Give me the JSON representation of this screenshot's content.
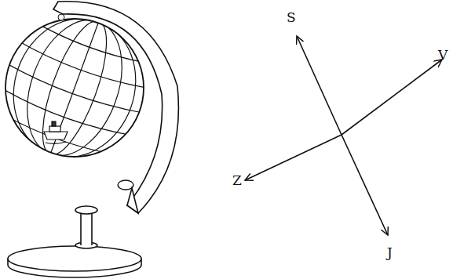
{
  "diagram": {
    "labels": [
      "S",
      "V",
      "Z",
      "J"
    ]
  }
}
